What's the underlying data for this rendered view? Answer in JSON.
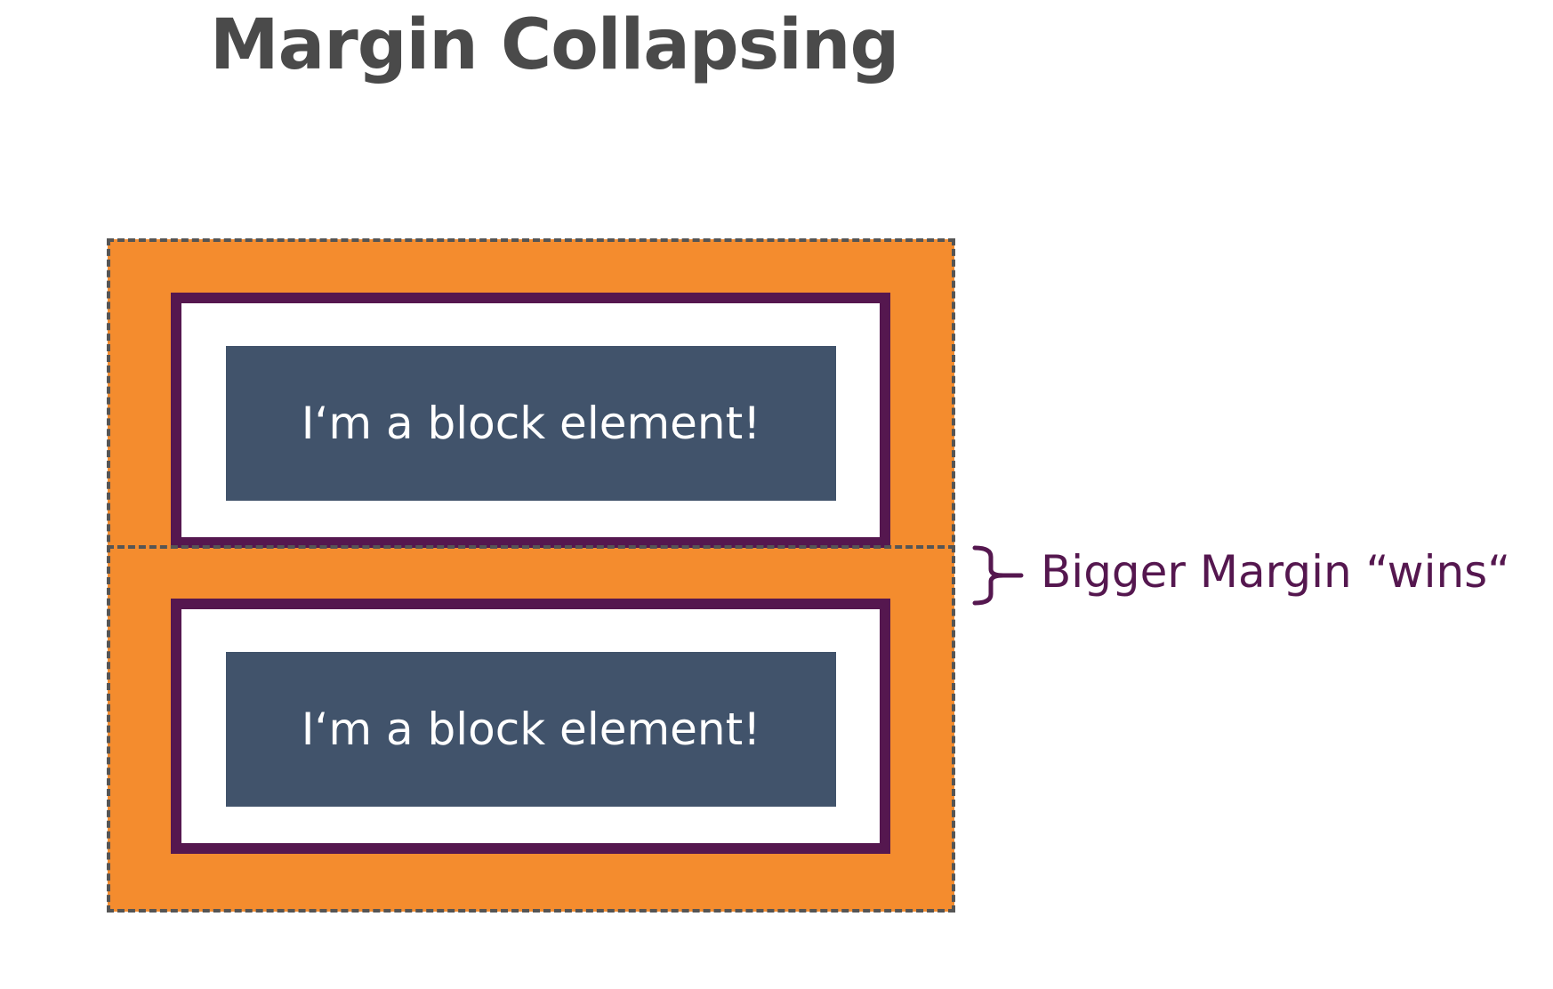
{
  "title": "Margin Collapsing",
  "blocks": [
    {
      "label": "I‘m a block element!"
    },
    {
      "label": "I‘m a block element!"
    }
  ],
  "annotation": {
    "text": "Bigger Margin “wins“"
  },
  "colors": {
    "margin": "#f48c2e",
    "border": "#55174f",
    "padding": "#ffffff",
    "content": "#41536b",
    "dashed_outline": "#555555",
    "title": "#4a4a4a",
    "annotation": "#55174f"
  },
  "icons": {
    "brace": "right-curly-brace-icon"
  }
}
